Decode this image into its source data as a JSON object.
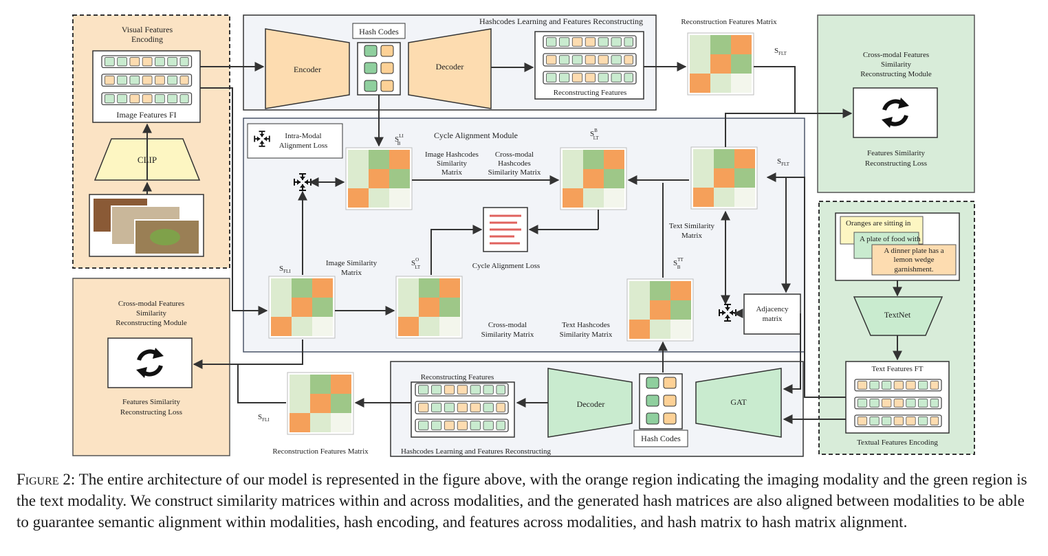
{
  "colors": {
    "orange_region": "#fbe3c4",
    "green_region": "#d8ecd9",
    "gray_region": "#f2f4f8",
    "cell_orange": "#f5a05a",
    "cell_green": "#9ec788",
    "cell_light_green": "#dcebcf",
    "cell_pale": "#f3f6ec",
    "hash_orange": "#fdd196",
    "hash_green": "#8fcf9e",
    "text_box_yellow": "#fdf6c2",
    "text_box_green": "#c9ebcf",
    "text_box_orange": "#fddcb0"
  },
  "icons": [
    "refresh-icon",
    "collapse-arrows-icon",
    "document-lines-icon",
    "arrow-icon"
  ],
  "top_left": {
    "visual_title_1": "Visual Features",
    "visual_title_2": "Encoding",
    "image_features": "Image Features FI",
    "clip": "CLIP"
  },
  "top_hash": {
    "section_title": "Hashcodes Learning and Features Reconstructing",
    "hash_codes": "Hash Codes",
    "encoder": "Encoder",
    "decoder": "Decoder",
    "reconstructing": "Reconstructing Features"
  },
  "top_recon": {
    "title": "Reconstruction Features Matrix",
    "symbol": "S",
    "sub": "FLT"
  },
  "right_module": {
    "title_1": "Cross-modal Features",
    "title_2": "Similarity",
    "title_3": "Reconstructing Module",
    "loss_1": "Features Similarity",
    "loss_2": "Reconstructing Loss"
  },
  "center": {
    "intra_1": "Intra-Modal",
    "intra_2": "Alignment Loss",
    "cycle_module": "Cycle Alignment Module",
    "img_hash_1": "Image Hashcodes",
    "img_hash_2": "Similarity",
    "img_hash_3": "Matrix",
    "cross_hash_1": "Cross-modal",
    "cross_hash_2": "Hashcodes",
    "cross_hash_3": "Similarity Matrix",
    "text_sim_1": "Text Similarity",
    "text_sim_2": "Matrix",
    "img_sim_1": "Image Similarity",
    "img_sim_2": "Matrix",
    "cycle_loss": "Cycle Alignment Loss",
    "cross_sim_1": "Cross-modal",
    "cross_sim_2": "Similarity Matrix",
    "text_hash_1": "Text Hashcodes",
    "text_hash_2": "Similarity Matrix",
    "adj_1": "Adjacency",
    "adj_2": "matrix",
    "sym_S": "S",
    "sub_B": "B",
    "sup_LI": "LI",
    "sup_B": "B",
    "sub_LT": "LT",
    "sub_FLT": "FLT",
    "sub_FLI": "FLI",
    "sup_O": "O",
    "sup_TT": "TT"
  },
  "left_module": {
    "title_1": "Cross-modal Features",
    "title_2": "Similarity",
    "title_3": "Reconstructing Module",
    "loss_1": "Features Similarity",
    "loss_2": "Reconstructing Loss"
  },
  "bottom": {
    "recon_title": "Reconstruction Features Matrix",
    "sym": "S",
    "sub": "FLI",
    "reconstructing": "Reconstructing Features",
    "section_title": "Hashcodes Learning and Features Reconstructing",
    "decoder": "Decoder",
    "gat": "GAT",
    "hash_codes": "Hash Codes"
  },
  "text_region": {
    "s1": "Oranges are sitting in",
    "s2": "A plate of food with",
    "s3a": "A dinner plate has a",
    "s3b": "lemon wedge",
    "s3c": "garnishment.",
    "textnet": "TextNet",
    "text_features": "Text Features FT",
    "encoding": "Textual Features Encoding"
  },
  "caption": {
    "lead": "Figure 2:",
    "body": " The entire architecture of our model is represented in the figure above, with the orange region indicating the imaging modality and the green region is the text modality. We construct similarity matrices within and across modalities, and the generated hash matrices are also aligned between modalities to be able to guarantee semantic alignment within modalities, hash encoding, and features across modalities, and hash matrix to hash matrix alignment."
  }
}
